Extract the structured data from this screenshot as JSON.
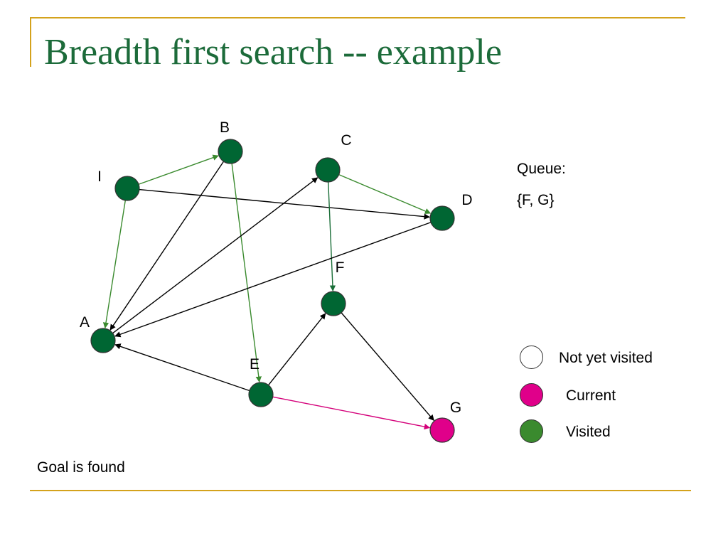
{
  "title": "Breadth first search -- example",
  "graph": {
    "nodes": [
      {
        "id": "I",
        "label": "I",
        "state": "visited"
      },
      {
        "id": "B",
        "label": "B",
        "state": "visited"
      },
      {
        "id": "C",
        "label": "C",
        "state": "visited"
      },
      {
        "id": "D",
        "label": "D",
        "state": "visited"
      },
      {
        "id": "F",
        "label": "F",
        "state": "visited"
      },
      {
        "id": "A",
        "label": "A",
        "state": "visited"
      },
      {
        "id": "E",
        "label": "E",
        "state": "visited"
      },
      {
        "id": "G",
        "label": "G",
        "state": "current"
      }
    ],
    "edges": [
      {
        "from": "I",
        "to": "B",
        "kind": "tree"
      },
      {
        "from": "I",
        "to": "D",
        "kind": "other"
      },
      {
        "from": "I",
        "to": "A",
        "kind": "tree"
      },
      {
        "from": "B",
        "to": "A",
        "kind": "other"
      },
      {
        "from": "B",
        "to": "E",
        "kind": "tree"
      },
      {
        "from": "C",
        "to": "D",
        "kind": "tree"
      },
      {
        "from": "C",
        "to": "F",
        "kind": "tree-dark"
      },
      {
        "from": "A",
        "to": "C",
        "kind": "other"
      },
      {
        "from": "D",
        "to": "A",
        "kind": "other"
      },
      {
        "from": "E",
        "to": "A",
        "kind": "other"
      },
      {
        "from": "E",
        "to": "F",
        "kind": "other"
      },
      {
        "from": "E",
        "to": "G",
        "kind": "current"
      },
      {
        "from": "F",
        "to": "G",
        "kind": "other"
      }
    ]
  },
  "queue": {
    "label": "Queue:",
    "value": "{F, G}"
  },
  "legend": [
    {
      "label": "Not yet visited",
      "state": "unvisited"
    },
    {
      "label": "Current",
      "state": "current"
    },
    {
      "label": "Visited",
      "state": "visited"
    }
  ],
  "status": "Goal is found",
  "colors": {
    "visited_node": "#006633",
    "legend_visited": "#3a8a2e",
    "current_node": "#e0008a",
    "unvisited_node": "#ffffff",
    "tree_edge": "#3a8a2e",
    "tree_edge_dark": "#1a6e38",
    "other_edge": "#000000",
    "current_edge": "#d4007a",
    "title": "#1c6b3a",
    "frame": "#d4a21c"
  }
}
